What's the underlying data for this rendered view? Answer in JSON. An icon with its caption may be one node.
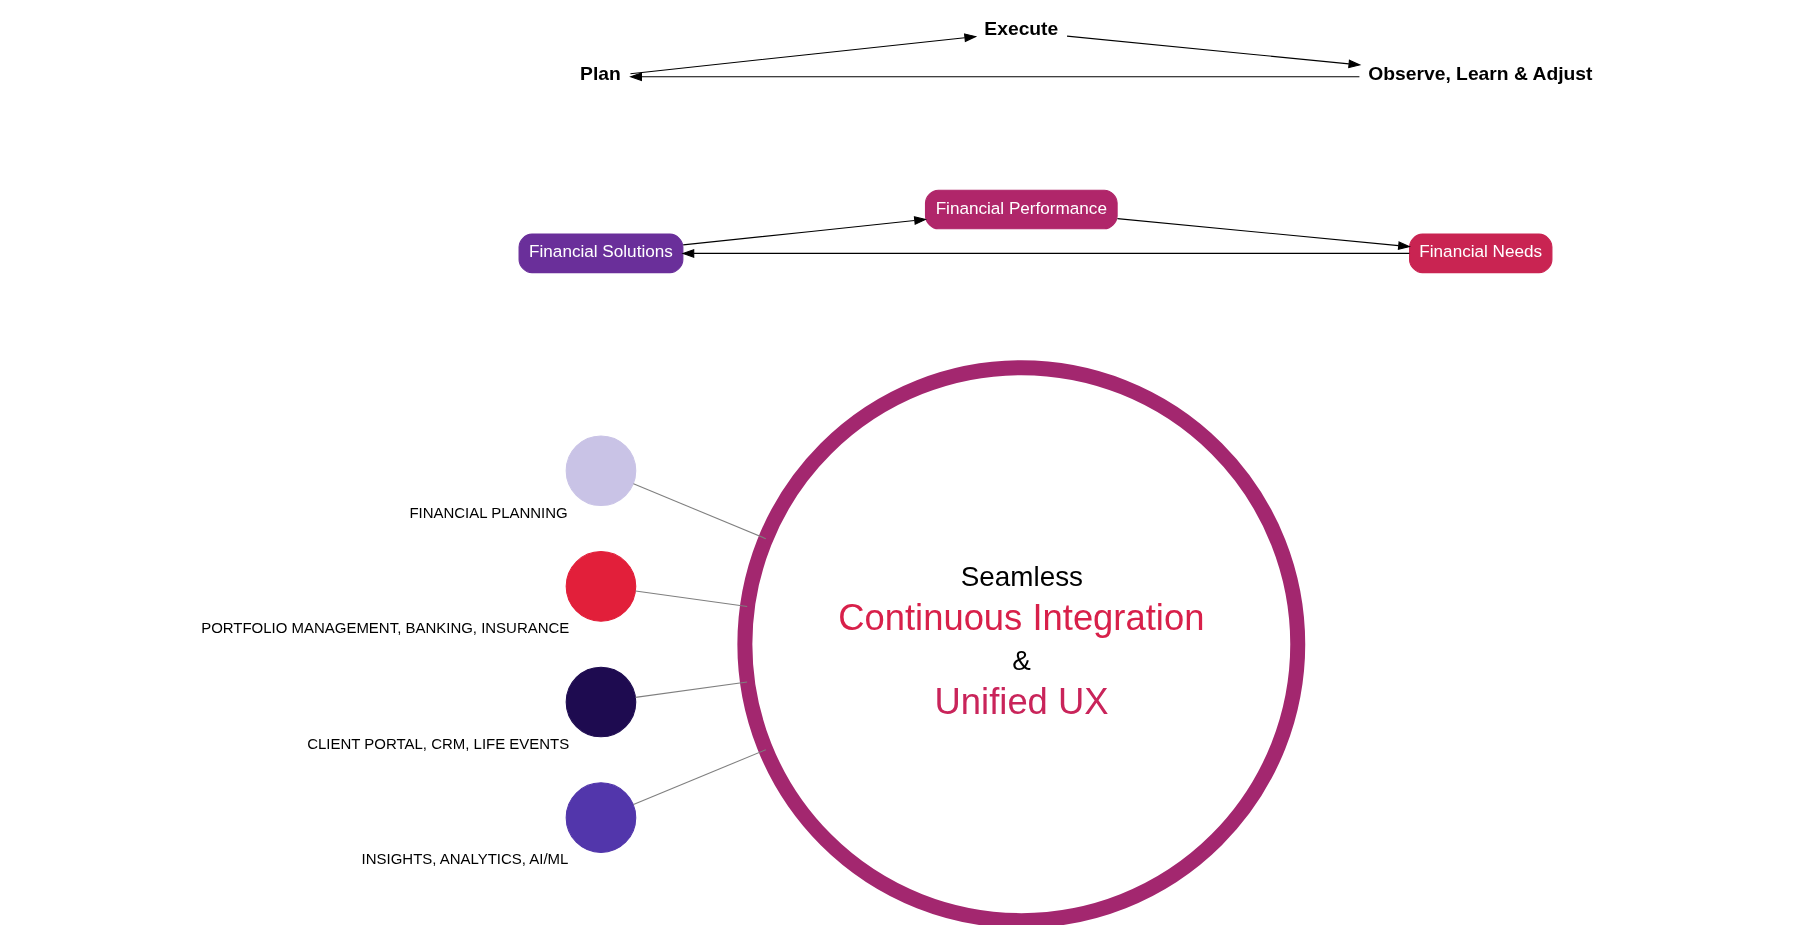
{
  "diagram": {
    "nodes": [
      {
        "text": [
          "Seamless",
          "Continuous Integration",
          "&",
          "Unified UX"
        ]
      },
      {
        "text": [
          "Financial Solutions"
        ]
      },
      {
        "text": [
          "Financial Performance"
        ]
      },
      {
        "text": [
          "Financial Needs"
        ]
      },
      {
        "text": [
          "Plan"
        ]
      },
      {
        "text": [
          "Execute"
        ]
      },
      {
        "text": [
          "Observe, Learn & Adjust"
        ]
      },
      {
        "text": [],
        "shape": "circle",
        "beside": [
          "FINANCIAL PLANNING"
        ]
      },
      {
        "text": [],
        "shape": "circle",
        "beside": [
          "PORTFOLIO MANAGEMENT, BANKING, INSURANCE"
        ]
      },
      {
        "text": [],
        "shape": "circle",
        "beside": [
          "CLIENT PORTAL, CRM, LIFE EVENTS"
        ]
      },
      {
        "text": [],
        "shape": "circle",
        "beside": [
          "INSIGHTS, ANALYTICS, AI/ML"
        ]
      }
    ],
    "edges": [
      {
        "from": 3,
        "to": 1,
        "arrow": "to"
      },
      {
        "from": 1,
        "to": 2,
        "arrow": "to"
      },
      {
        "from": 2,
        "to": 3,
        "arrow": "to"
      },
      {
        "from": 4,
        "to": 5,
        "arrow": "to"
      },
      {
        "from": 5,
        "to": 6,
        "arrow": "to"
      },
      {
        "from": 6,
        "to": 4,
        "arrow": "to"
      },
      {
        "from": 7,
        "to": 0,
        "arrow": "none",
        "color": "#7f7f7f"
      },
      {
        "from": 8,
        "to": 0,
        "arrow": "none",
        "color": "#7f7f7f"
      },
      {
        "from": 9,
        "to": 0,
        "arrow": "none",
        "color": "#7f7f7f"
      },
      {
        "from": 10,
        "to": 0,
        "arrow": "none",
        "color": "#7f7f7f"
      }
    ]
  }
}
